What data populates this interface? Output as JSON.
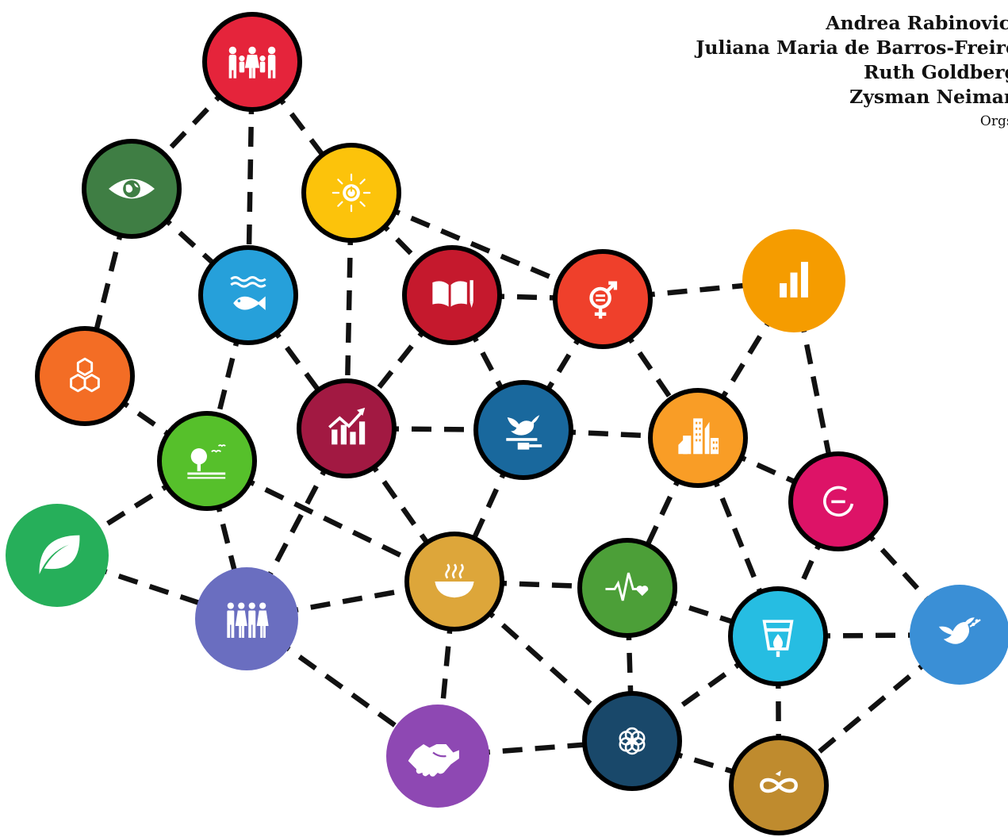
{
  "credits": {
    "authors": [
      "Andrea Rabinovici",
      "Juliana Maria de Barros-Freire",
      "Ruth Goldberg",
      "Zysman Neiman"
    ],
    "role": "Orgs."
  },
  "network": {
    "nodes": [
      {
        "id": "reduced-inequalities",
        "icon": "people-family-icon",
        "color": "#E5243B",
        "outlined": true
      },
      {
        "id": "life-below-water-eye",
        "icon": "eye-globe-icon",
        "color": "#3F7E44",
        "outlined": true
      },
      {
        "id": "affordable-energy",
        "icon": "sun-power-icon",
        "color": "#FCC30B",
        "outlined": true
      },
      {
        "id": "life-below-water",
        "icon": "fish-waves-icon",
        "color": "#26A0DA",
        "outlined": true
      },
      {
        "id": "quality-education",
        "icon": "book-pencil-icon",
        "color": "#C5192D",
        "outlined": true
      },
      {
        "id": "gender-equality",
        "icon": "gender-symbol-icon",
        "color": "#EF402B",
        "outlined": true
      },
      {
        "id": "reduced-inequalities-bars",
        "icon": "bar-chart-icon",
        "color": "#F59C00",
        "outlined": false
      },
      {
        "id": "industry-innovation",
        "icon": "cubes-icon",
        "color": "#F36D25",
        "outlined": true
      },
      {
        "id": "life-on-land",
        "icon": "tree-birds-icon",
        "color": "#56C02B",
        "outlined": true
      },
      {
        "id": "decent-work",
        "icon": "growth-chart-icon",
        "color": "#A21942",
        "outlined": true
      },
      {
        "id": "peace-justice",
        "icon": "dove-gavel-icon",
        "color": "#19689D",
        "outlined": true
      },
      {
        "id": "sustainable-cities",
        "icon": "city-buildings-icon",
        "color": "#F99D26",
        "outlined": true
      },
      {
        "id": "responsible-consumption",
        "icon": "minus-circle-icon",
        "color": "#DD1367",
        "outlined": true
      },
      {
        "id": "climate-leaf",
        "icon": "leaf-icon",
        "color": "#26AF5A",
        "outlined": false
      },
      {
        "id": "people-group",
        "icon": "people-group-icon",
        "color": "#6A6EC0",
        "outlined": false
      },
      {
        "id": "zero-hunger",
        "icon": "soup-bowl-icon",
        "color": "#DDA63A",
        "outlined": true
      },
      {
        "id": "good-health",
        "icon": "heartbeat-icon",
        "color": "#4C9F38",
        "outlined": true
      },
      {
        "id": "clean-water",
        "icon": "water-drop-icon",
        "color": "#26BDE2",
        "outlined": true
      },
      {
        "id": "peace-dove",
        "icon": "dove-branch-icon",
        "color": "#3A8FD6",
        "outlined": false
      },
      {
        "id": "partnerships",
        "icon": "handshake-icon",
        "color": "#8E48B3",
        "outlined": false
      },
      {
        "id": "global-goals",
        "icon": "flower-rings-icon",
        "color": "#19486A",
        "outlined": true
      },
      {
        "id": "responsible-production",
        "icon": "infinity-icon",
        "color": "#BF8B2E",
        "outlined": true
      }
    ],
    "edges": [
      [
        "reduced-inequalities",
        "life-below-water-eye"
      ],
      [
        "reduced-inequalities",
        "life-below-water"
      ],
      [
        "reduced-inequalities",
        "affordable-energy"
      ],
      [
        "life-below-water-eye",
        "life-below-water"
      ],
      [
        "life-below-water-eye",
        "industry-innovation"
      ],
      [
        "affordable-energy",
        "quality-education"
      ],
      [
        "affordable-energy",
        "gender-equality"
      ],
      [
        "affordable-energy",
        "decent-work"
      ],
      [
        "life-below-water",
        "decent-work"
      ],
      [
        "life-below-water",
        "life-on-land"
      ],
      [
        "quality-education",
        "gender-equality"
      ],
      [
        "quality-education",
        "decent-work"
      ],
      [
        "quality-education",
        "peace-justice"
      ],
      [
        "gender-equality",
        "reduced-inequalities-bars"
      ],
      [
        "gender-equality",
        "peace-justice"
      ],
      [
        "gender-equality",
        "sustainable-cities"
      ],
      [
        "reduced-inequalities-bars",
        "sustainable-cities"
      ],
      [
        "reduced-inequalities-bars",
        "responsible-consumption"
      ],
      [
        "industry-innovation",
        "life-on-land"
      ],
      [
        "life-on-land",
        "climate-leaf"
      ],
      [
        "life-on-land",
        "people-group"
      ],
      [
        "life-on-land",
        "zero-hunger"
      ],
      [
        "decent-work",
        "peace-justice"
      ],
      [
        "decent-work",
        "people-group"
      ],
      [
        "decent-work",
        "zero-hunger"
      ],
      [
        "peace-justice",
        "sustainable-cities"
      ],
      [
        "peace-justice",
        "zero-hunger"
      ],
      [
        "sustainable-cities",
        "responsible-consumption"
      ],
      [
        "sustainable-cities",
        "good-health"
      ],
      [
        "sustainable-cities",
        "clean-water"
      ],
      [
        "responsible-consumption",
        "clean-water"
      ],
      [
        "responsible-consumption",
        "peace-dove"
      ],
      [
        "climate-leaf",
        "people-group"
      ],
      [
        "people-group",
        "zero-hunger"
      ],
      [
        "people-group",
        "partnerships"
      ],
      [
        "zero-hunger",
        "good-health"
      ],
      [
        "zero-hunger",
        "partnerships"
      ],
      [
        "zero-hunger",
        "global-goals"
      ],
      [
        "good-health",
        "clean-water"
      ],
      [
        "good-health",
        "global-goals"
      ],
      [
        "clean-water",
        "peace-dove"
      ],
      [
        "clean-water",
        "global-goals"
      ],
      [
        "clean-water",
        "responsible-production"
      ],
      [
        "peace-dove",
        "responsible-production"
      ],
      [
        "partnerships",
        "global-goals"
      ],
      [
        "global-goals",
        "responsible-production"
      ]
    ]
  }
}
